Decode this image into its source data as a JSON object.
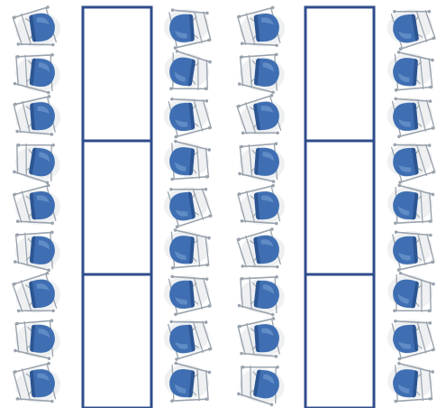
{
  "layout": {
    "chair_columns": 4,
    "chairs_per_column": 9,
    "table_columns": 2,
    "tables_per_column": 3
  },
  "colors": {
    "chair_seat": "#3f6fb2",
    "chair_seat_dark": "#2c5592",
    "chair_seat_light": "#6f98cf",
    "chair_frame": "#9aa3ad",
    "chair_shadow": "#eef0f2",
    "table_border": "#2f4d8c",
    "table_fill": "#ffffff",
    "background": "#ffffff"
  },
  "icons": {
    "chair": "folding-chair-top-view-icon",
    "table": "rectangular-table"
  }
}
